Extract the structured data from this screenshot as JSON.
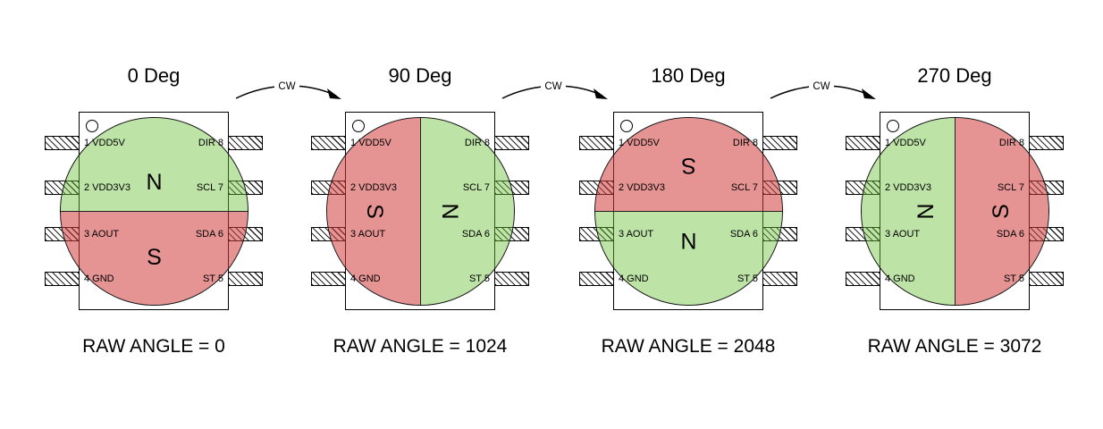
{
  "magnet": {
    "north_label": "N",
    "south_label": "S"
  },
  "colors": {
    "north_green": "#6CC13A73",
    "south_red": "#D13A3A8C"
  },
  "arrow_label": "CW",
  "chip": {
    "left_pins": [
      "1 VDD5V",
      "2 VDD3V3",
      "3 AOUT",
      "4 GND"
    ],
    "right_pins": [
      "DIR 8",
      "SCL 7",
      "SDA 6",
      "ST 5"
    ]
  },
  "figures": [
    {
      "title": "0 Deg",
      "caption": "RAW ANGLE = 0",
      "rotation_deg": 0
    },
    {
      "title": "90 Deg",
      "caption": "RAW ANGLE = 1024",
      "rotation_deg": 90
    },
    {
      "title": "180 Deg",
      "caption": "RAW ANGLE = 2048",
      "rotation_deg": 180
    },
    {
      "title": "270 Deg",
      "caption": "RAW ANGLE = 3072",
      "rotation_deg": 270
    }
  ]
}
